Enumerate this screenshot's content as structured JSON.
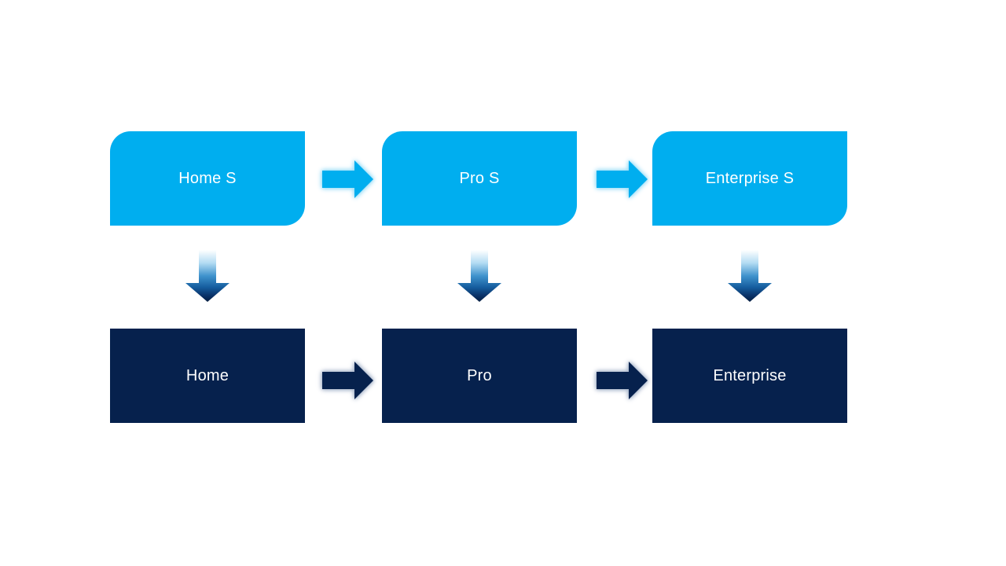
{
  "slide": {
    "background": "#ffffff"
  },
  "colors": {
    "light_blue": "#00AEEF",
    "dark_navy": "#06214D",
    "light_glow": "#9ddef8",
    "dark_glow": "#a9b6cb",
    "label_text": "#ffffff",
    "down_arrow_gradient": [
      "#ffffff",
      "#b3dcf3",
      "#3f93cd",
      "#155d9e",
      "#0a3268",
      "#051d40"
    ]
  },
  "diagram": {
    "type": "flow",
    "columns": [
      {
        "top_label": "Home S",
        "bottom_label": "Home"
      },
      {
        "top_label": "Pro S",
        "bottom_label": "Pro"
      },
      {
        "top_label": "Enterprise S",
        "bottom_label": "Enterprise"
      }
    ]
  }
}
